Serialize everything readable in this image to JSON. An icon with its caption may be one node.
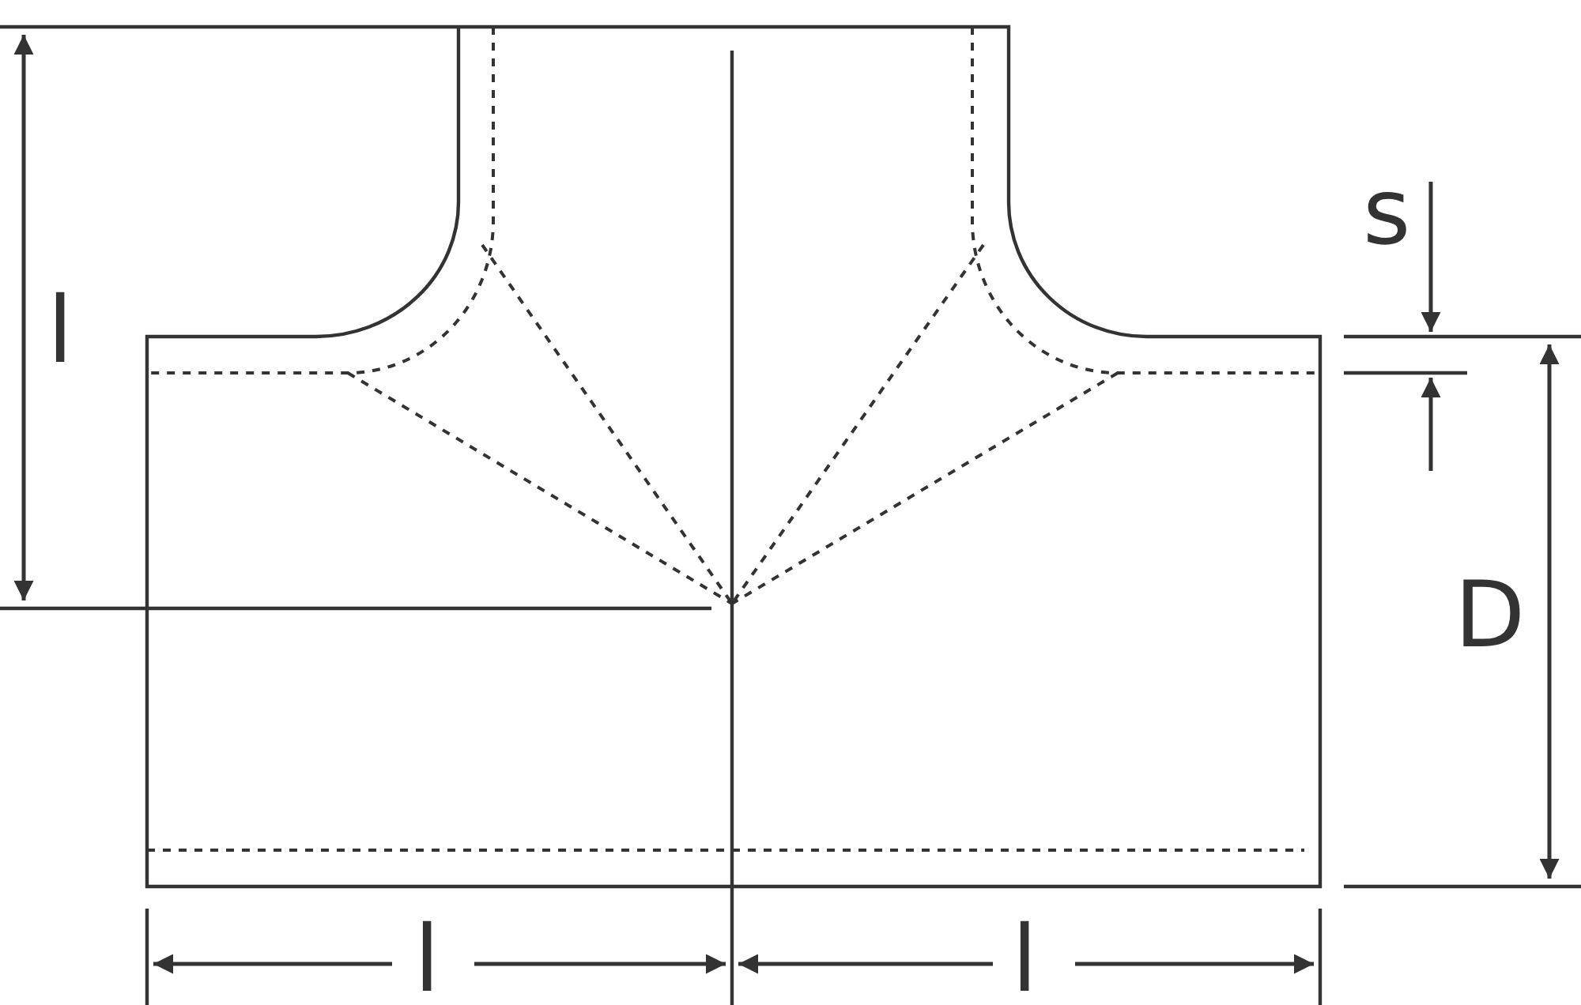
{
  "diagram": {
    "labels": [
      "l",
      "s",
      "D",
      "l",
      "l"
    ]
  }
}
